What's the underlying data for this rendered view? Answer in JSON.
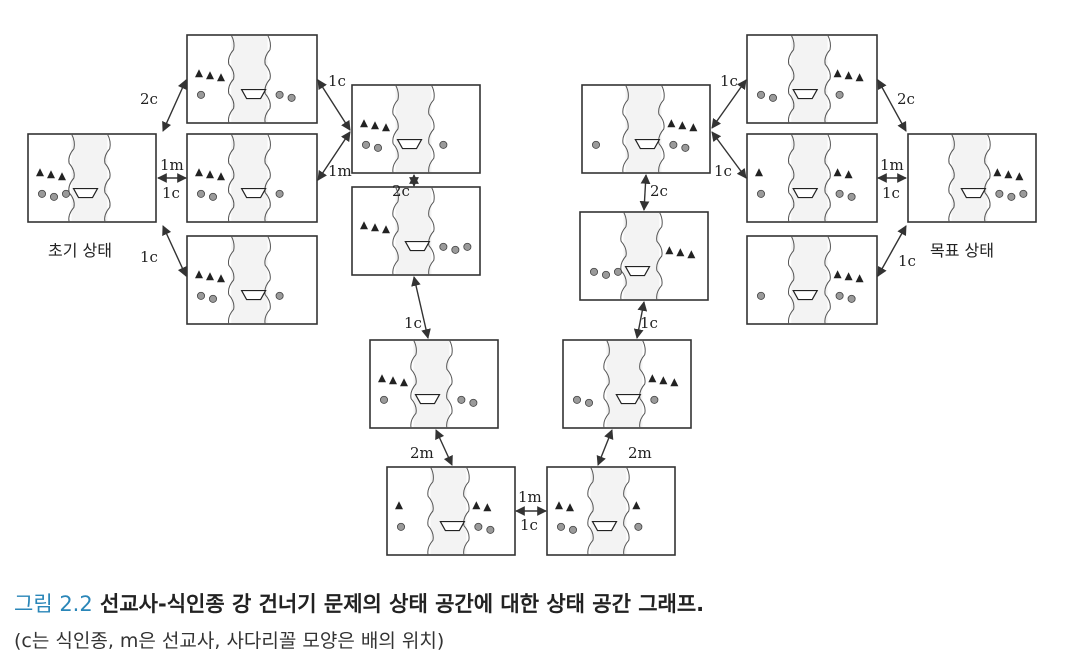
{
  "state_labels": {
    "initial": "초기 상태",
    "goal": "목표 상태"
  },
  "edge_labels": {
    "two_c": "2c",
    "one_c": "1c",
    "one_m": "1m",
    "two_m": "2m"
  },
  "caption": {
    "figure_number": "그림 2.2",
    "title": "선교사-식인종 강 건너기 문제의 상태 공간에 대한 상태 공간 그래프.",
    "note": "(c는 식인종, m은 선교사, 사다리꼴 모양은 배의 위치)"
  },
  "legend_icons": {
    "missionary": "triangle-icon",
    "cannibal": "circle-icon",
    "boat": "trapezoid-boat-icon"
  },
  "colors": {
    "line": "#333333",
    "river": "#f2f2f2",
    "caption_number": "#2a86b8"
  }
}
